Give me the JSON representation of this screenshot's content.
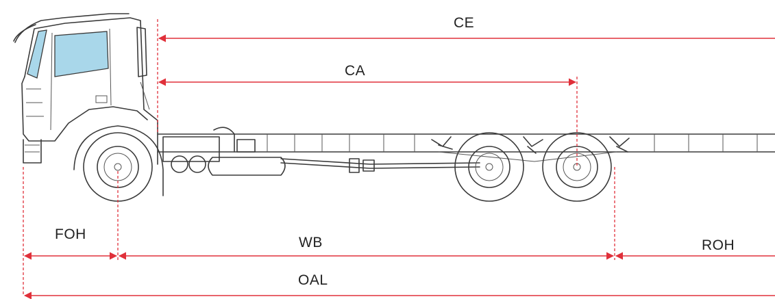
{
  "labels": {
    "ce": "CE",
    "ca": "CA",
    "foh": "FOH",
    "wb": "WB",
    "roh": "ROH",
    "oal": "OAL"
  },
  "colors": {
    "dimension": "#e0303a",
    "outline": "#3a3a3a",
    "glass": "#a9d7ea"
  },
  "icons": [
    "truck-chassis-icon"
  ]
}
